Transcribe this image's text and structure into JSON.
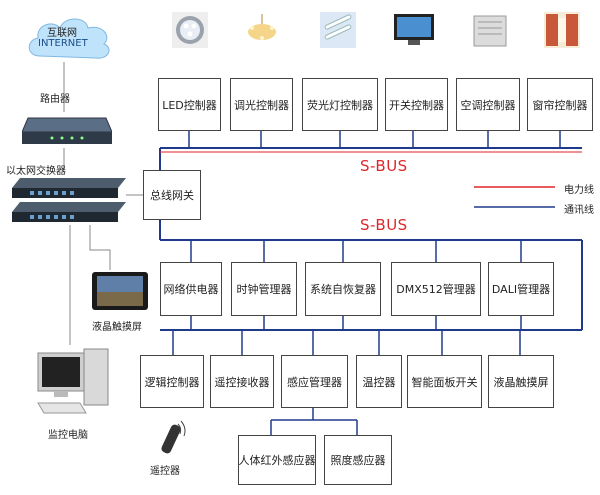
{
  "internet": {
    "line1": "互联网",
    "line2": "INTERNET"
  },
  "router_label": "路由器",
  "switch_label": "以太网交换器",
  "touch_panel_label": "液晶触摸屏",
  "monitor_pc_label": "监控电脑",
  "remote_label": "遥控器",
  "gateway_label": "总线网关",
  "bus_top_label": "S-BUS",
  "bus_bottom_label": "S-BUS",
  "legend": {
    "power": "电力线",
    "comm": "通讯线",
    "power_color": "#e0262a",
    "comm_color": "#1f3a8a"
  },
  "top_controllers": [
    "LED控制器",
    "调光控制器",
    "荧光灯控制器",
    "开关控制器",
    "空调控制器",
    "窗帘控制器"
  ],
  "mid_modules": [
    "网络供电器",
    "时钟管理器",
    "系统自恢复器",
    "DMX512管理器",
    "DALI管理器"
  ],
  "bottom_modules": [
    "逻辑控制器",
    "遥控接收器",
    "感应管理器",
    "温控器",
    "智能面板开关",
    "液晶触摸屏"
  ],
  "sensors": [
    "人体红外感应器",
    "照度感应器"
  ]
}
